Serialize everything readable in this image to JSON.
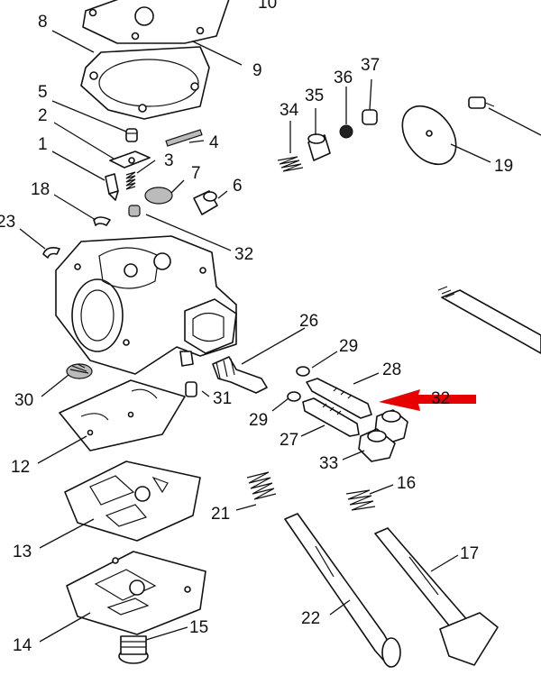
{
  "callouts": {
    "c10": "10",
    "c8": "8",
    "c9": "9",
    "c5": "5",
    "c2": "2",
    "c4": "4",
    "c1": "1",
    "c3": "3",
    "c7": "7",
    "c6": "6",
    "c18": "18",
    "c23": "23",
    "c32a": "32",
    "c34": "34",
    "c35": "35",
    "c36": "36",
    "c37": "37",
    "c19": "19",
    "c26": "26",
    "c29a": "29",
    "c28": "28",
    "c32b": "32",
    "c29b": "29",
    "c27": "27",
    "c33": "33",
    "c30": "30",
    "c31": "31",
    "c12": "12",
    "c21": "21",
    "c16": "16",
    "c13": "13",
    "c17": "17",
    "c22": "22",
    "c14": "14",
    "c15": "15"
  },
  "colors": {
    "line": "#111111",
    "highlight_arrow": "#e60000",
    "background": "#ffffff"
  }
}
